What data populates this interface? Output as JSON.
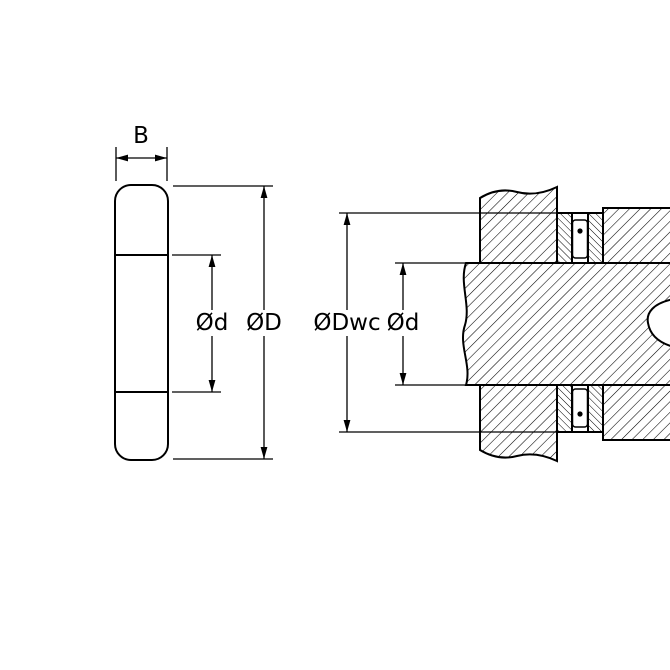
{
  "colors": {
    "background": "#ffffff",
    "line": "#000000"
  },
  "left_view": {
    "width_label": "B",
    "bore_diameter_label": "Ød",
    "outer_diameter_label": "ØD"
  },
  "section_view": {
    "washer_outer_diameter_label": "ØDwc",
    "shaft_diameter_label": "Ød"
  }
}
